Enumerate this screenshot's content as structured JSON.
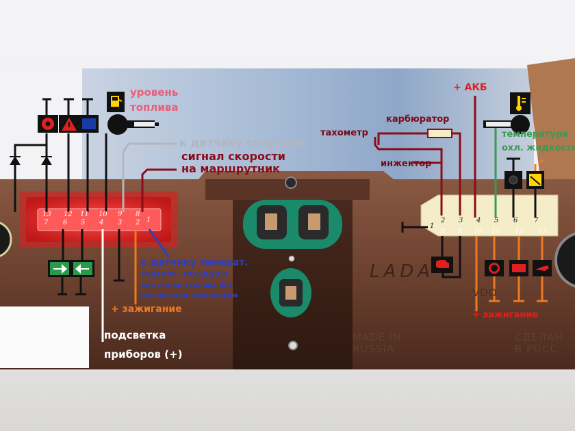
{
  "labels": {
    "fuel_level_line1": "уровень",
    "fuel_level_line2": "топлива",
    "speed_sensor": "к датчику скорости",
    "speed_signal_line1": "сигнал скорости",
    "speed_signal_line2": "на маршрутник",
    "temp_sensor_line1": "к датчику темерат.",
    "temp_sensor_line2": "наруж. воздуха",
    "temp_sensor_line3": "или лампа топлива без",
    "temp_sensor_line4": "окошка под тахометром",
    "ignition_left": "+ зажигание",
    "backlight_line1": "подсветка",
    "backlight_line2": "приборов (+)",
    "battery_plus": "+ АКБ",
    "carburetor": "карбюратор",
    "tachometer": "тахометр",
    "injector": "инжектор",
    "coolant_temp_line1": "температура",
    "coolant_temp_line2": "охл. жидкости",
    "ignition_right": "+ зажигание",
    "made_in_line1": "MADE IN",
    "made_in_line2": "RUSSIA",
    "made_ru_line1": "СДЕЛАН",
    "made_ru_line2": "В РОСС",
    "logo": "LADA",
    "logo_sub": "VDO",
    "small_plus": "+"
  },
  "left_connector": {
    "top_pins": [
      "13",
      "12",
      "11",
      "10",
      "9",
      "8",
      "1"
    ],
    "bottom_pins": [
      "7",
      "6",
      "5",
      "4",
      "3",
      "2"
    ]
  },
  "right_connector": {
    "top_pins": [
      "1",
      "2",
      "3",
      "4",
      "5",
      "6",
      "7"
    ],
    "bottom_pins": [
      "8",
      "9",
      "10",
      "11",
      "12",
      "13"
    ]
  },
  "icons": [
    "hazard-icon",
    "warning-triangle-icon",
    "blue-lamp-icon",
    "fuel-pump-icon",
    "turn-right-arrow-icon",
    "turn-left-arrow-icon",
    "coolant-temp-icon",
    "check-engine-icon",
    "parking-brake-icon",
    "battery-icon",
    "oil-pressure-icon",
    "lamp-icon",
    "choke-icon"
  ],
  "colors": {
    "board_brown": "#7a4a35",
    "connector_red": "#e02020",
    "wire_gray": "#b3b6bd",
    "wire_maroon": "#8a0c18",
    "wire_orange": "#f07a20",
    "wire_blue": "#2d3fbf",
    "wire_green": "#3a9a52",
    "wire_white": "#ffffff"
  }
}
